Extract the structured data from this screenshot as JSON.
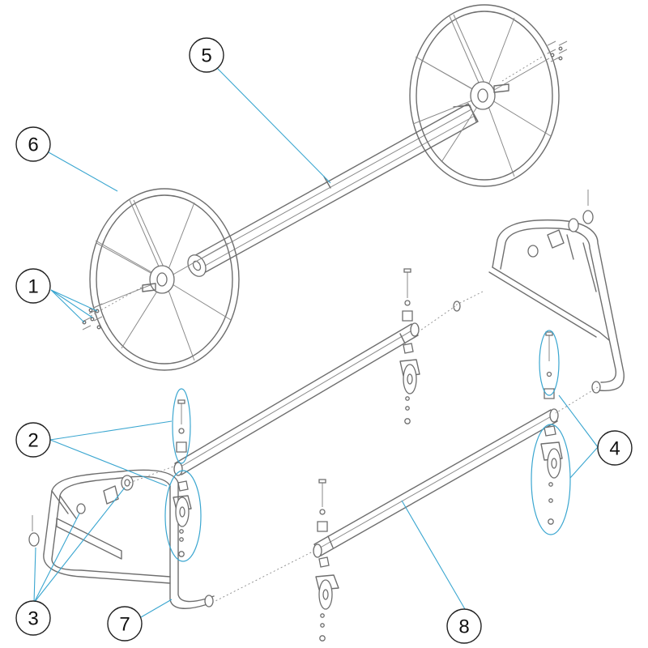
{
  "diagram": {
    "callouts": [
      {
        "id": "1",
        "label": "1"
      },
      {
        "id": "2",
        "label": "2"
      },
      {
        "id": "3",
        "label": "3"
      },
      {
        "id": "4",
        "label": "4"
      },
      {
        "id": "5",
        "label": "5"
      },
      {
        "id": "6",
        "label": "6"
      },
      {
        "id": "7",
        "label": "7"
      },
      {
        "id": "8",
        "label": "8"
      }
    ],
    "colors": {
      "leader": "#3aa6d0",
      "part_outline": "#6e6e6e",
      "callout_outline": "#222222",
      "background": "#ffffff"
    }
  }
}
